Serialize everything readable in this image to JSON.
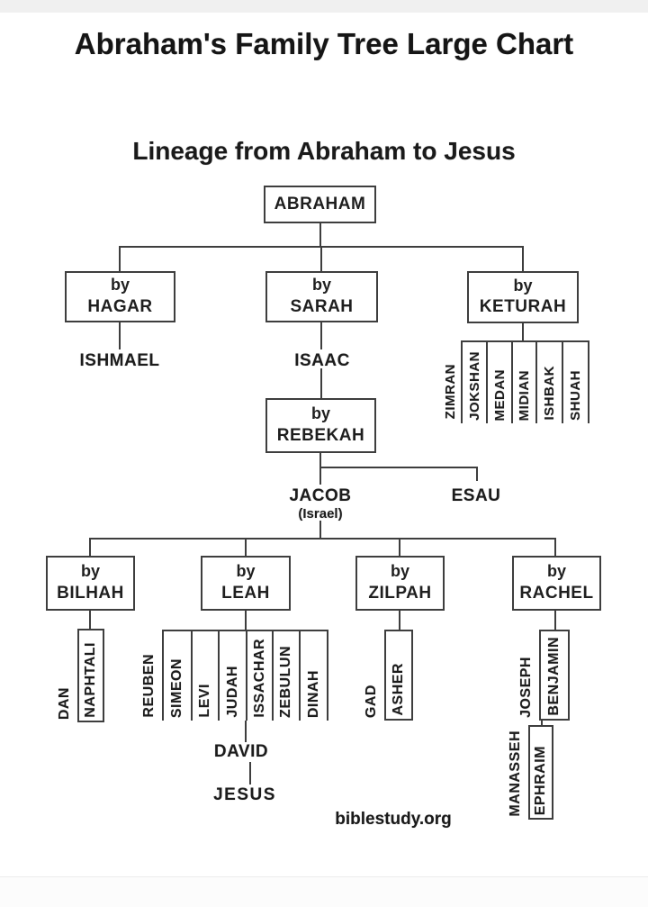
{
  "page": {
    "title": "Abraham's Family Tree Large Chart",
    "subtitle": "Lineage from Abraham to Jesus",
    "watermark": "biblestudy.org"
  },
  "colors": {
    "line": "#3e3e3e",
    "text": "#1c1c1c",
    "background": "#ffffff"
  },
  "tree": {
    "root": "ABRAHAM",
    "abraham_wives": [
      {
        "prefix": "by",
        "name": "HAGAR",
        "child": "ISHMAEL"
      },
      {
        "prefix": "by",
        "name": "SARAH",
        "child": "ISAAC"
      },
      {
        "prefix": "by",
        "name": "KETURAH"
      }
    ],
    "keturah_children": [
      "ZIMRAN",
      "JOKSHAN",
      "MEDAN",
      "MIDIAN",
      "ISHBAK",
      "SHUAH"
    ],
    "isaac_wife": {
      "prefix": "by",
      "name": "REBEKAH"
    },
    "jacob": {
      "name": "JACOB",
      "alt": "(Israel)"
    },
    "esau": "ESAU",
    "jacob_wives": [
      {
        "prefix": "by",
        "name": "BILHAH",
        "children": [
          "DAN",
          "NAPHTALI"
        ]
      },
      {
        "prefix": "by",
        "name": "LEAH",
        "children": [
          "REUBEN",
          "SIMEON",
          "LEVI",
          "JUDAH",
          "ISSACHAR",
          "ZEBULUN",
          "DINAH"
        ]
      },
      {
        "prefix": "by",
        "name": "ZILPAH",
        "children": [
          "GAD",
          "ASHER"
        ]
      },
      {
        "prefix": "by",
        "name": "RACHEL",
        "children": [
          "JOSEPH",
          "BENJAMIN"
        ]
      }
    ],
    "joseph_children": [
      "MANASSEH",
      "EPHRAIM"
    ],
    "judah_line": [
      "DAVID",
      "JESUS"
    ]
  }
}
